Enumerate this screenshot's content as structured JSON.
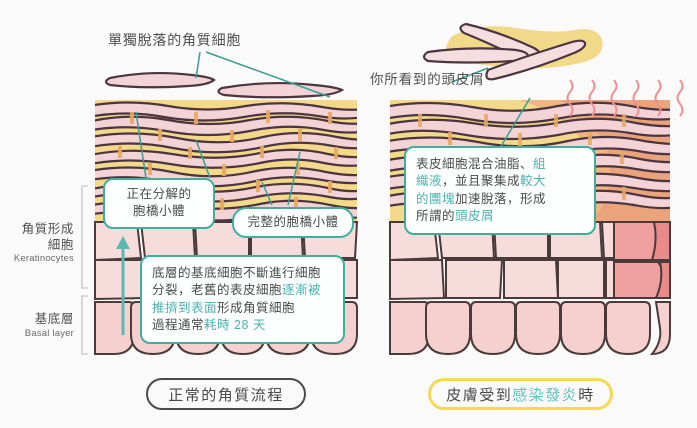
{
  "diagram": {
    "title_left_caption": "正常的角質流程",
    "title_right_caption_prefix": "皮膚受到",
    "title_right_caption_accent": "感染發炎",
    "title_right_caption_suffix": "時"
  },
  "labels": {
    "detached_corneocyte": "單獨脫落的角質細胞",
    "visible_dandruff": "你所看到的頭皮屑"
  },
  "callouts": {
    "degrading_desmosome": {
      "line1": "正在分解的",
      "line2": "胞橋小體"
    },
    "intact_desmosome": {
      "line1": "完整的胞橋小體"
    },
    "basal_process": {
      "line1": "底層的基底細胞不斷進行細胞",
      "line2a": "分裂，老舊的表皮細胞",
      "line2b": "逐漸被",
      "line3a": "推擠到表面",
      "line3b": "形成角質細胞",
      "line4a": "過程通常",
      "line4b": "耗時 28 天"
    },
    "dandruff_process": {
      "line1a": "表皮細胞混合油脂、",
      "line1b": "組",
      "line2a": "織液",
      "line2b": "，並且聚集成",
      "line2c": "較大",
      "line3a": "的團塊",
      "line3b": "加速脫落，形成",
      "line4a": "所謂的",
      "line4b": "頭皮屑"
    }
  },
  "axis": {
    "keratinocytes": {
      "cn_line1": "角質形成",
      "cn_line2": "細胞",
      "en": "Keratinocytes"
    },
    "basal_layer": {
      "cn": "基底層",
      "en": "Basal layer"
    }
  },
  "colors": {
    "background": "#fbfafa",
    "lipid_matrix": "#f5d98a",
    "corneocyte_fill": "#f3d3d6",
    "corneocyte_outline": "#4a3540",
    "desmosome": "#e8a860",
    "keratinocyte_fill": "#f7dcdc",
    "basal_fill": "#f6cfcf",
    "cell_outline": "#4a3a3a",
    "callout_border": "#3fae9f",
    "accent_teal": "#49b4b0",
    "inflamed_red": "#f0a0a0",
    "inflamed_deep": "#ea8b8b",
    "dandruff_oil": "#f2d98a",
    "flake_fill": "#f6dde0",
    "heat_line": "#ef8f8f",
    "pill_yellow": "#f5d855",
    "leader_line": "#3a9e92",
    "bracket": "#cfcfcf"
  }
}
